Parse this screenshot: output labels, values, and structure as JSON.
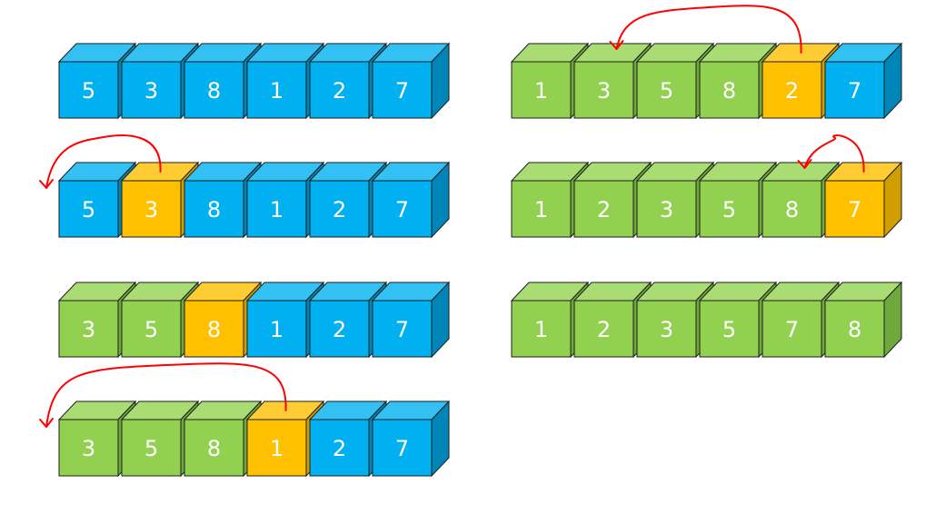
{
  "colors": {
    "blue": {
      "front": "#00b0f0",
      "top": "#33c1f4",
      "side": "#0085b8"
    },
    "green": {
      "front": "#92d050",
      "top": "#a9dc73",
      "side": "#6fa83b"
    },
    "orange": {
      "front": "#ffc000",
      "top": "#ffcd33",
      "side": "#d19e00"
    },
    "edge": "#1e1e1e",
    "arrow": "#ff0000"
  },
  "rows": [
    {
      "id": "left-1",
      "cells": [
        {
          "value": "5",
          "color": "blue"
        },
        {
          "value": "3",
          "color": "blue"
        },
        {
          "value": "8",
          "color": "blue"
        },
        {
          "value": "1",
          "color": "blue"
        },
        {
          "value": "2",
          "color": "blue"
        },
        {
          "value": "7",
          "color": "blue"
        }
      ]
    },
    {
      "id": "left-2",
      "cells": [
        {
          "value": "5",
          "color": "blue"
        },
        {
          "value": "3",
          "color": "orange"
        },
        {
          "value": "8",
          "color": "blue"
        },
        {
          "value": "1",
          "color": "blue"
        },
        {
          "value": "2",
          "color": "blue"
        },
        {
          "value": "7",
          "color": "blue"
        }
      ]
    },
    {
      "id": "left-3",
      "cells": [
        {
          "value": "3",
          "color": "green"
        },
        {
          "value": "5",
          "color": "green"
        },
        {
          "value": "8",
          "color": "orange"
        },
        {
          "value": "1",
          "color": "blue"
        },
        {
          "value": "2",
          "color": "blue"
        },
        {
          "value": "7",
          "color": "blue"
        }
      ]
    },
    {
      "id": "left-4",
      "cells": [
        {
          "value": "3",
          "color": "green"
        },
        {
          "value": "5",
          "color": "green"
        },
        {
          "value": "8",
          "color": "green"
        },
        {
          "value": "1",
          "color": "orange"
        },
        {
          "value": "2",
          "color": "blue"
        },
        {
          "value": "7",
          "color": "blue"
        }
      ]
    },
    {
      "id": "right-1",
      "cells": [
        {
          "value": "1",
          "color": "green"
        },
        {
          "value": "3",
          "color": "green"
        },
        {
          "value": "5",
          "color": "green"
        },
        {
          "value": "8",
          "color": "green"
        },
        {
          "value": "2",
          "color": "orange"
        },
        {
          "value": "7",
          "color": "blue"
        }
      ]
    },
    {
      "id": "right-2",
      "cells": [
        {
          "value": "1",
          "color": "green"
        },
        {
          "value": "2",
          "color": "green"
        },
        {
          "value": "3",
          "color": "green"
        },
        {
          "value": "5",
          "color": "green"
        },
        {
          "value": "8",
          "color": "green"
        },
        {
          "value": "7",
          "color": "orange"
        }
      ]
    },
    {
      "id": "right-3",
      "cells": [
        {
          "value": "1",
          "color": "green"
        },
        {
          "value": "2",
          "color": "green"
        },
        {
          "value": "3",
          "color": "green"
        },
        {
          "value": "5",
          "color": "green"
        },
        {
          "value": "7",
          "color": "green"
        },
        {
          "value": "8",
          "color": "green"
        }
      ]
    }
  ],
  "arrows": [
    {
      "row": "left-2",
      "from_index": 1,
      "to_index": 0
    },
    {
      "row": "left-4",
      "from_index": 3,
      "to_index": 0
    },
    {
      "row": "right-1",
      "from_index": 4,
      "to_index": 1
    },
    {
      "row": "right-2",
      "from_index": 5,
      "to_index": 4
    }
  ]
}
